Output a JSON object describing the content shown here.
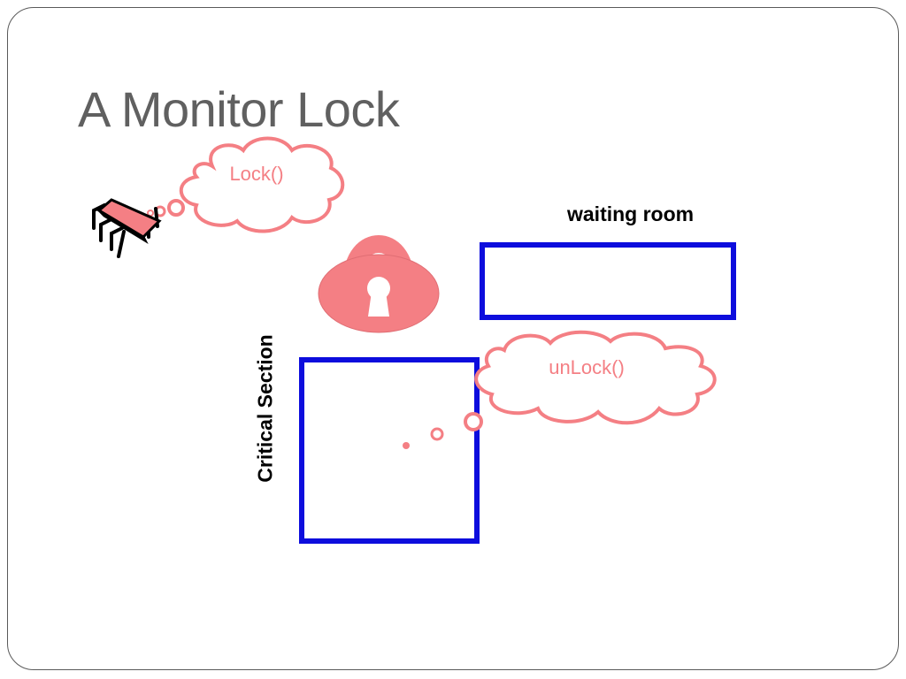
{
  "slide": {
    "title": "A Monitor Lock"
  },
  "diagram": {
    "waiting_room_label": "waiting room",
    "critical_section_label": "Critical Section",
    "lock_bubble_text": "Lock()",
    "unlock_bubble_text": "unLock()"
  },
  "colors": {
    "accent_pink": "#f47f84",
    "box_blue": "#0d0ddd",
    "title_gray": "#606060"
  },
  "icons": {
    "thread": "bug-thread-icon",
    "lock": "padlock-icon"
  }
}
